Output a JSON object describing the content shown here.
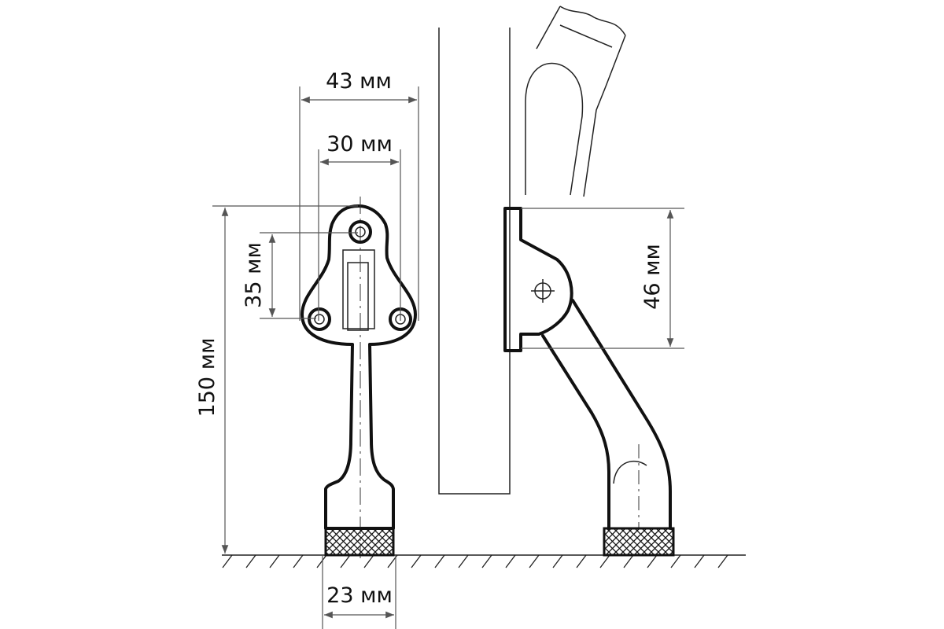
{
  "dimensions": {
    "width_43": "43 мм",
    "width_30": "30 мм",
    "hole_spacing_35": "35 мм",
    "height_150": "150 мм",
    "mount_height_46": "46 мм",
    "foot_width_23": "23 мм"
  }
}
